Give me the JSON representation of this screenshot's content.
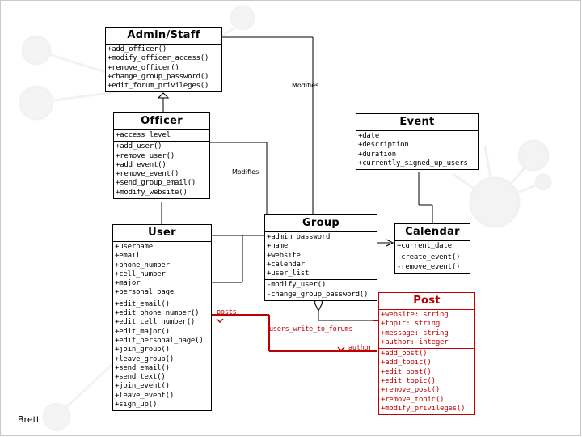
{
  "slide": {
    "author": "Brett",
    "colors": {
      "line": "#000000",
      "accent_red": "#c00000",
      "background": "#ffffff"
    }
  },
  "classes": {
    "admin": {
      "name": "Admin/Staff",
      "attributes": [],
      "methods": [
        "+add_officer()",
        "+modify_officer_access()",
        "+remove_officer()",
        "+change_group_password()",
        "+edit_forum_privileges()"
      ]
    },
    "officer": {
      "name": "Officer",
      "attributes": [
        "+access_level"
      ],
      "methods": [
        "+add_user()",
        "+remove_user()",
        "+add_event()",
        "+remove_event()",
        "+send_group_email()",
        "+modify_website()"
      ]
    },
    "user": {
      "name": "User",
      "attributes": [
        "+username",
        "+email",
        "+phone_number",
        "+cell_number",
        "+major",
        "+personal_page"
      ],
      "methods": [
        "+edit_email()",
        "+edit_phone_number()",
        "+edit_cell_number()",
        "+edit_major()",
        "+edit_personal_page()",
        "+join_group()",
        "+leave_group()",
        "+send_email()",
        "+send_text()",
        "+join_event()",
        "+leave_event()",
        "+sign_up()"
      ]
    },
    "group": {
      "name": "Group",
      "attributes": [
        "+admin_password",
        "+name",
        "+website",
        "+calendar",
        "+user_list"
      ],
      "methods": [
        "-modify_user()",
        "-change_group_password()"
      ]
    },
    "event": {
      "name": "Event",
      "attributes": [
        "+date",
        "+description",
        "+duration",
        "+currently_signed_up_users"
      ],
      "methods": []
    },
    "calendar": {
      "name": "Calendar",
      "attributes": [
        "+current_date"
      ],
      "methods": [
        "-create_event()",
        "-remove_event()"
      ]
    },
    "post": {
      "name": "Post",
      "attributes": [
        "+website: string",
        "+topic: string",
        "+message: string",
        "+author: integer"
      ],
      "methods": [
        "+add_post()",
        "+add_topic()",
        "+edit_post()",
        "+edit_topic()",
        "+remove_post()",
        "+remove_topic()",
        "+modify_privileges()"
      ]
    }
  },
  "relations": {
    "modifies_1": "Modifies",
    "modifies_2": "Modifies",
    "posts": "posts",
    "users_write_to_forums": "users_write_to_forums",
    "author": "author"
  }
}
